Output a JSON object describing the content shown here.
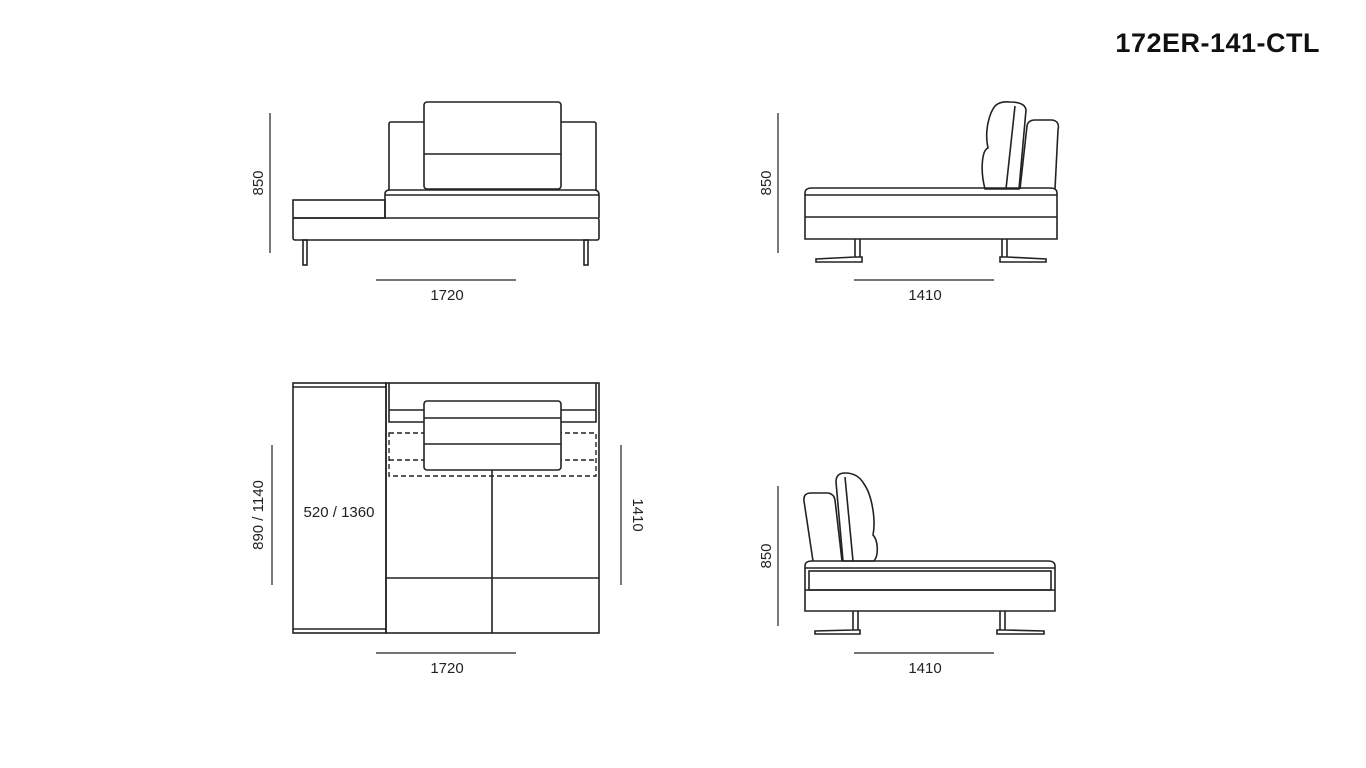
{
  "title": "172ER-141-CTL",
  "views": {
    "front": {
      "height_label": "850",
      "width_label": "1720"
    },
    "side_right": {
      "height_label": "850",
      "width_label": "1410"
    },
    "top": {
      "depth_label": "890 / 1140",
      "chaise_label": "520 / 1360",
      "seat_depth_label": "1410",
      "width_label": "1720"
    },
    "side_left": {
      "height_label": "850",
      "width_label": "1410"
    }
  }
}
